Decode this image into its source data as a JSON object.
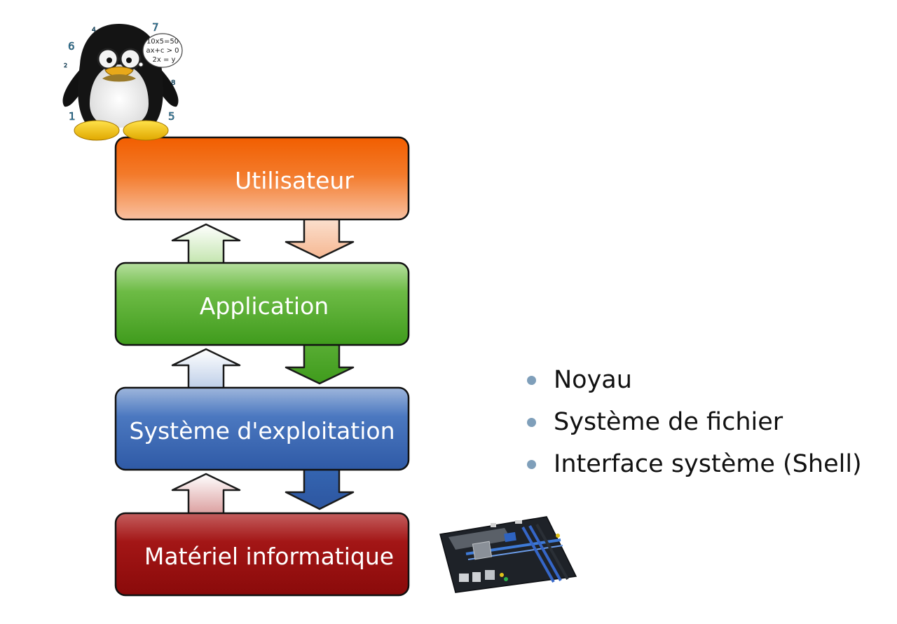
{
  "diagram": {
    "layers": [
      {
        "id": "user",
        "label": "Utilisateur",
        "color": "#f06a10"
      },
      {
        "id": "application",
        "label": "Application",
        "color": "#4ea82a"
      },
      {
        "id": "os",
        "label": "Système d'exploitation",
        "color": "#3d6cb5"
      },
      {
        "id": "hardware",
        "label": "Matériel informatique",
        "color": "#9c1010"
      }
    ]
  },
  "penguin": {
    "math": [
      "10x5=50",
      "ax+c > 0",
      "2x = y"
    ],
    "digits": [
      "6",
      "4",
      "7",
      "8",
      "1",
      "5",
      "2"
    ]
  },
  "bullets": {
    "items": [
      "Noyau",
      "Système de fichier",
      "Interface système (Shell)"
    ]
  },
  "icons": {
    "mascot": "tux-penguin-icon",
    "hardware": "motherboard-icon"
  }
}
